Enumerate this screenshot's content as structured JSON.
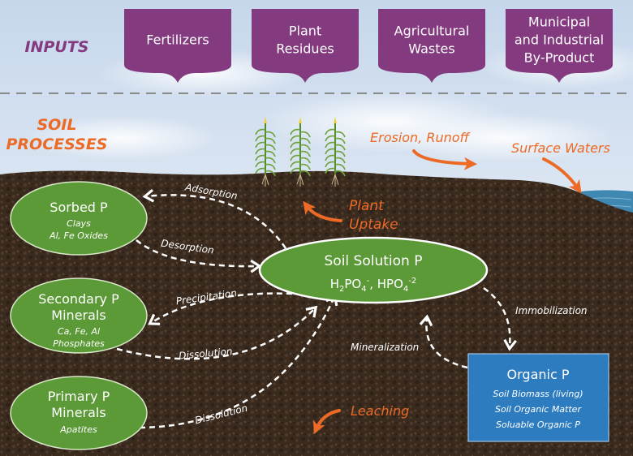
{
  "colors": {
    "purple": "#833a7e",
    "orange": "#ec6a26",
    "green": "#5b9a37",
    "blue": "#2d7cc0",
    "soil": "#3a2a1e",
    "water": "#3f88b2",
    "white": "#ffffff"
  },
  "inputs": {
    "heading": "INPUTS",
    "items": [
      {
        "lines": [
          "Fertilizers"
        ]
      },
      {
        "lines": [
          "Plant",
          "Residues"
        ]
      },
      {
        "lines": [
          "Agricultural",
          "Wastes"
        ]
      },
      {
        "lines": [
          "Municipal",
          "and Industrial",
          "By-Product"
        ]
      }
    ]
  },
  "soil_processes": {
    "heading_line1": "SOIL",
    "heading_line2": "PROCESSES"
  },
  "pools": {
    "sorbed": {
      "title": "Sorbed P",
      "sub1": "Clays",
      "sub2": "Al, Fe Oxides"
    },
    "secondary": {
      "title1": "Secondary P",
      "title2": "Minerals",
      "sub1": "Ca, Fe, Al",
      "sub2": "Phosphates"
    },
    "primary": {
      "title1": "Primary P",
      "title2": "Minerals",
      "sub1": "Apatites"
    },
    "solution": {
      "title": "Soil Solution P",
      "formula_a": "H",
      "formula_a_sub": "2",
      "formula_b": "PO",
      "formula_b_sub": "4",
      "formula_b_sup": "-",
      "formula_sep": ", HPO",
      "formula_c_sub": "4",
      "formula_c_sup": "-2"
    },
    "organic": {
      "title": "Organic P",
      "lines": [
        "Soil Biomass (living)",
        "Soil Organic Matter",
        "Soluable Organic P"
      ]
    }
  },
  "processes": {
    "adsorption": "Adsorption",
    "desorption": "Desorption",
    "precipitation": "Precipitation",
    "dissolution_secondary": "Dissolution",
    "dissolution_primary": "Dissolution",
    "immobilization": "Immobilization",
    "mineralization": "Mineralization"
  },
  "losses": {
    "plant_uptake_1": "Plant",
    "plant_uptake_2": "Uptake",
    "erosion": "Erosion, Runoff",
    "surface_waters": "Surface Waters",
    "leaching": "Leaching"
  }
}
